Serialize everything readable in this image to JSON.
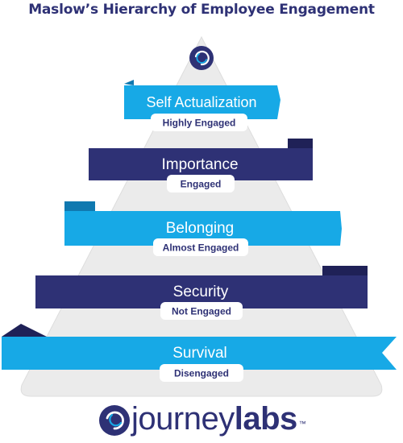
{
  "title": "Maslow’s Hierarchy of Employee Engagement",
  "colors": {
    "navy": "#2e3175",
    "cyan": "#17a9e6",
    "cyan_shade": "#1079b0",
    "navy_shade": "#1f2157",
    "pyramid": "#ebebeb",
    "pyramid_edge": "#dddddd",
    "pill": "#ffffff",
    "pill_text": "#2e3175",
    "banner_text": "#ffffff"
  },
  "levels": [
    {
      "label": "Self Actualization",
      "tag": "Highly Engaged",
      "color": "cyan"
    },
    {
      "label": "Importance",
      "tag": "Engaged",
      "color": "navy"
    },
    {
      "label": "Belonging",
      "tag": "Almost Engaged",
      "color": "cyan"
    },
    {
      "label": "Security",
      "tag": "Not Engaged",
      "color": "navy"
    },
    {
      "label": "Survival",
      "tag": "Disengaged",
      "color": "cyan"
    }
  ],
  "brand": {
    "name_light": "journey",
    "name_bold": "labs",
    "trademark": "™",
    "icon": "journeylabs-spiral-logo-icon"
  }
}
